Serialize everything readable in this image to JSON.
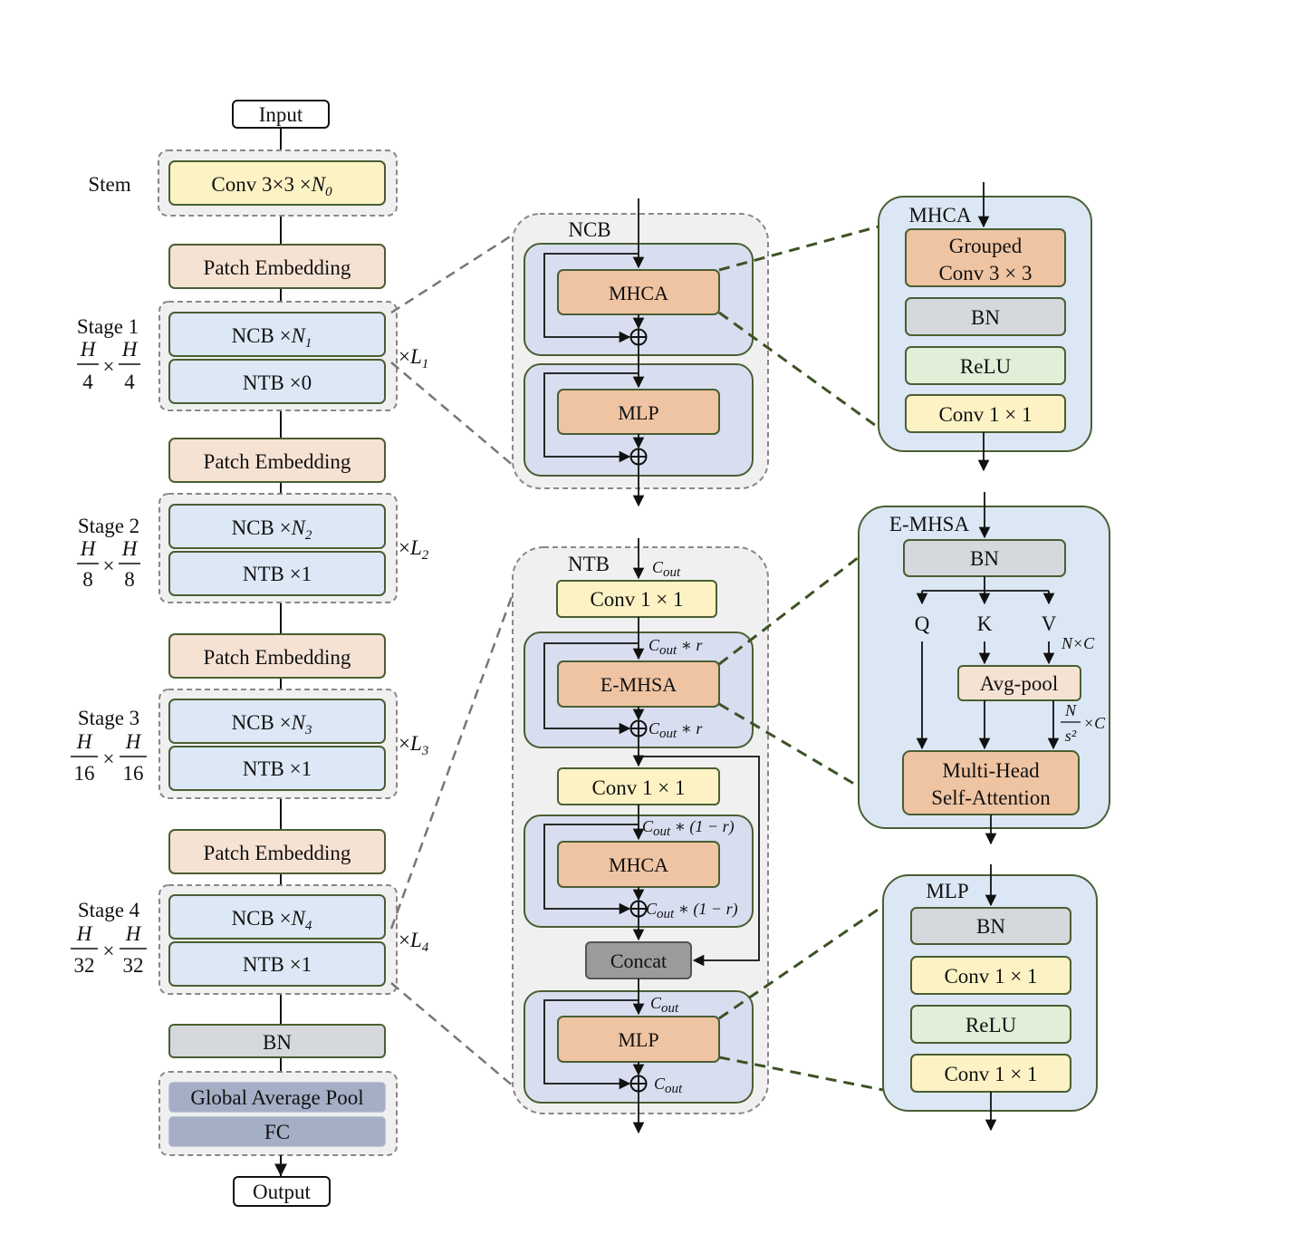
{
  "left": {
    "input": "Input",
    "stem_label": "Stem",
    "stem_conv": "Conv 3×3 ×",
    "stem_n": "N",
    "stem_sub": "0",
    "patch_embedding": "Patch Embedding",
    "stage_word": "Stage",
    "ncb": "NCB ×",
    "n_letter": "N",
    "times_l": "×",
    "l_letter": "L",
    "h_letter": "H",
    "times": "×",
    "stages": [
      {
        "num": "1",
        "den": "4",
        "ntb": "NTB ×0",
        "idx": "1"
      },
      {
        "num": "2",
        "den": "8",
        "ntb": "NTB ×1",
        "idx": "2"
      },
      {
        "num": "3",
        "den": "16",
        "ntb": "NTB ×1",
        "idx": "3"
      },
      {
        "num": "4",
        "den": "32",
        "ntb": "NTB ×1",
        "idx": "4"
      }
    ],
    "bn": "BN",
    "gap": "Global Average Pool",
    "fc": "FC",
    "output": "Output"
  },
  "ncb": {
    "title": "NCB",
    "mhca": "MHCA",
    "mlp": "MLP"
  },
  "ntb": {
    "title": "NTB",
    "conv1": "Conv 1 × 1",
    "emhsa": "E-MHSA",
    "conv2": "Conv 1 × 1",
    "mhca": "MHCA",
    "concat": "Concat",
    "mlp": "MLP",
    "c_letter": "C",
    "c_sub": "out",
    "r_suffix": " ∗ r",
    "one_minus_r": " ∗ (1 − r)"
  },
  "mhca_panel": {
    "title": "MHCA",
    "grouped_l1": "Grouped",
    "grouped_l2": "Conv 3 × 3",
    "bn": "BN",
    "relu": "ReLU",
    "conv": "Conv 1 × 1"
  },
  "emhsa_panel": {
    "title": "E-MHSA",
    "bn": "BN",
    "q": "Q",
    "k": "K",
    "v": "V",
    "nxc": "N×C",
    "avgpool": "Avg-pool",
    "frac_num": "N",
    "frac_den": "s²",
    "frac_tail": "×C",
    "mhsa_l1": "Multi-Head",
    "mhsa_l2": "Self-Attention"
  },
  "mlp_panel": {
    "title": "MLP",
    "bn": "BN",
    "conv1": "Conv 1 × 1",
    "relu": "ReLU",
    "conv2": "Conv 1 × 1"
  }
}
